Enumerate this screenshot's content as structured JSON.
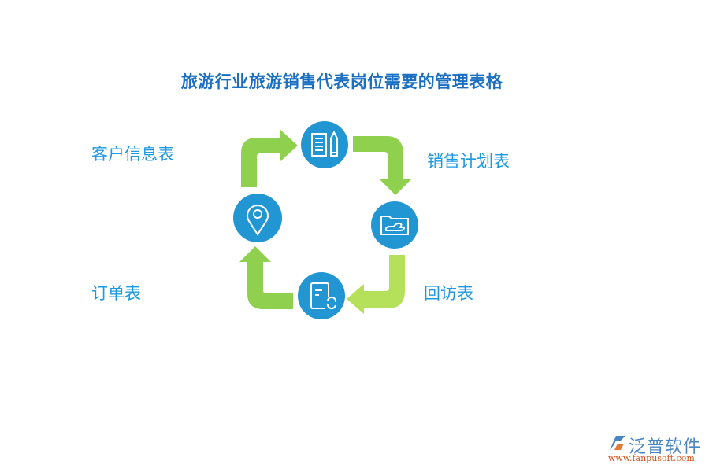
{
  "title": "旅游行业旅游销售代表岗位需要的管理表格",
  "cycle": {
    "nodes": [
      {
        "id": "top",
        "label": "销售计划表",
        "icon": "document-pencil-icon"
      },
      {
        "id": "right",
        "label": "回访表",
        "icon": "folder-hand-icon"
      },
      {
        "id": "bottom",
        "label": "订单表",
        "icon": "document-refresh-icon"
      },
      {
        "id": "left",
        "label": "客户信息表",
        "icon": "location-pin-icon"
      }
    ],
    "labels": {
      "top_left": "客户信息表",
      "top_right": "销售计划表",
      "bottom_left": "订单表",
      "bottom_right": "回访表"
    },
    "colors": {
      "circle": "#2196d3",
      "arrow": "#8fd14f",
      "arrow_light": "#b5e05a",
      "label": "#1e9be0",
      "title": "#1a6fc0"
    }
  },
  "logo": {
    "name": "泛普软件",
    "url": "www.fanpusoft.com"
  }
}
